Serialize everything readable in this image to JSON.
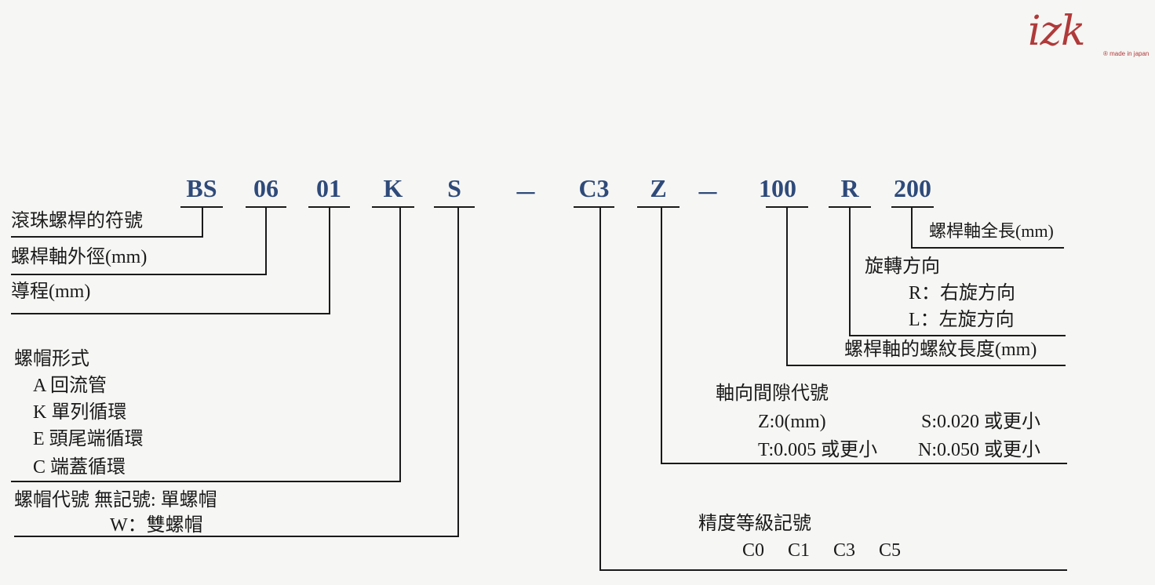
{
  "brand": {
    "logo_text": "izk",
    "logo_sub": "® made in japan",
    "color": "#b03a3a"
  },
  "code_color": "#2e4a7a",
  "code_parts": [
    "BS",
    "06",
    "01",
    "K",
    "S",
    "－",
    "C3",
    "Z",
    "－",
    "100",
    "R",
    "200"
  ],
  "left_labels": {
    "ball_screw": "滾珠螺桿的符號",
    "shaft_diameter": "螺桿軸外徑(mm)",
    "lead": "導程(mm)",
    "nut_type_title": "螺帽形式",
    "nut_type_a": "A 回流管",
    "nut_type_k": "K 單列循環",
    "nut_type_e": "E  頭尾端循環",
    "nut_type_c": "C  端蓋循環",
    "nut_code_line1": "螺帽代號 無記號: 單螺帽",
    "nut_code_line2": "W：雙螺帽"
  },
  "right_labels": {
    "total_length": "螺桿軸全長(mm)",
    "direction_title": "旋轉方向",
    "direction_r": "R：右旋方向",
    "direction_l": "L：左旋方向",
    "thread_length": "螺桿軸的螺紋長度(mm)",
    "clearance_title": "軸向間隙代號",
    "clearance_z": "Z:0(mm)",
    "clearance_s": "S:0.020 或更小",
    "clearance_t": "T:0.005 或更小",
    "clearance_n": "N:0.050 或更小",
    "precision_title": "精度等級記號",
    "precision_grades": "C0     C1     C3     C5"
  }
}
